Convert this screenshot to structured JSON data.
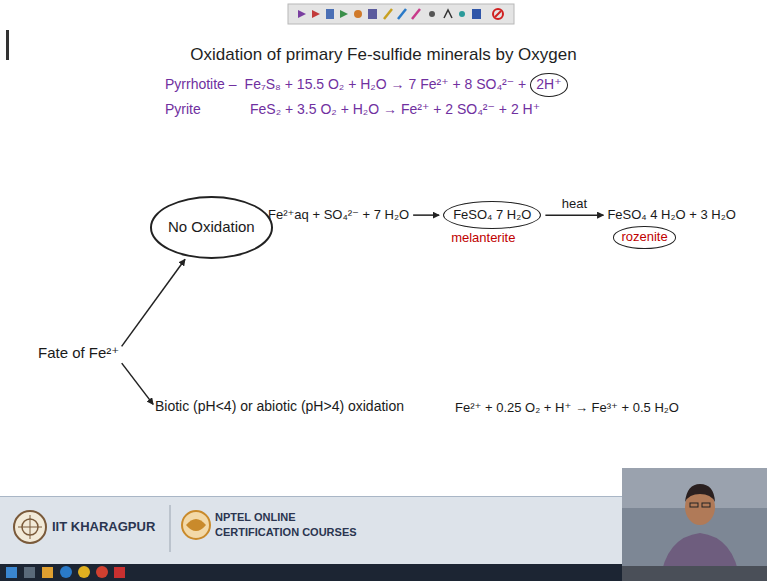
{
  "diagram": {
    "title": "Oxidation of primary Fe-sulfide minerals by Oxygen",
    "nodes": [
      {
        "text": [
          "Fate of Fe²⁺"
        ]
      },
      {
        "text": [
          "No Oxidation"
        ]
      },
      {
        "text": [
          "Biotic (pH<4) or abiotic (pH>4) oxidation"
        ]
      },
      {
        "text": [
          "Fe²⁺aq + SO₄²⁻ + 7 H₂O"
        ]
      },
      {
        "text": [
          "FeSO₄ 7 H₂O",
          "melanterite"
        ]
      },
      {
        "text": [
          "FeSO₄ 4 H₂O + 3 H₂O",
          "rozenite"
        ]
      }
    ],
    "edges": [
      {
        "from": 0,
        "to": 1,
        "arrow": "to"
      },
      {
        "from": 0,
        "to": 2,
        "arrow": "to"
      },
      {
        "from": 3,
        "to": 4,
        "arrow": "to"
      },
      {
        "from": 4,
        "to": 5,
        "label": "heat",
        "arrow": "to"
      }
    ],
    "labels": [
      "Pyrrhotite –",
      "Fe₇S₈ + 15.5 O₂ + H₂O → 7 Fe²⁺ + 8 SO₄²⁻ +",
      "2H⁺",
      "Pyrite",
      "FeS₂ + 3.5 O₂ + H₂O → Fe²⁺ + 2 SO₄²⁻ + 2 H⁺",
      "Fe²⁺ + 0.25 O₂ + H⁺ → Fe³⁺ + 0.5 H₂O",
      "IIT KHARAGPUR",
      "NPTEL ONLINE",
      "CERTIFICATION COURSES"
    ]
  }
}
